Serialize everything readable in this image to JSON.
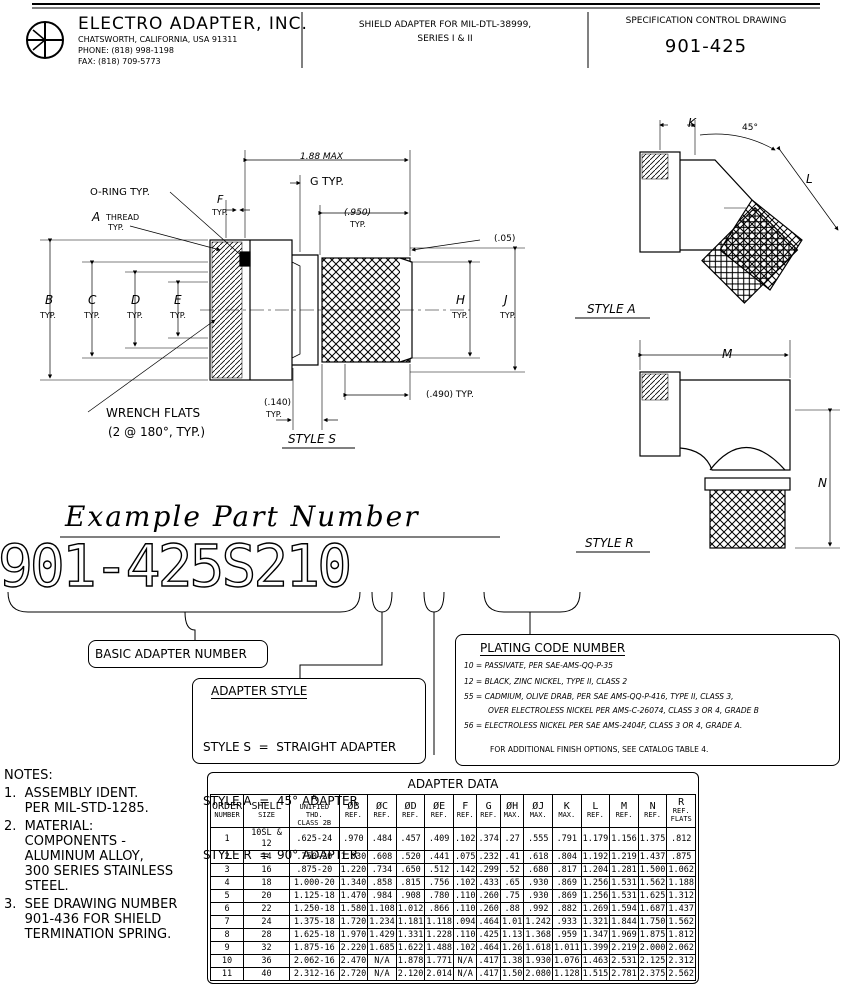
{
  "title_block": {
    "company": "ELECTRO ADAPTER, INC.",
    "address": "CHATSWORTH, CALIFORNIA, USA 91311",
    "phone": "PHONE: (818) 998-1198",
    "fax": "FAX: (818) 709-5773",
    "description_line1": "SHIELD ADAPTER FOR MIL-DTL-38999,",
    "description_line2": "SERIES I & II",
    "doc_type": "SPECIFICATION CONTROL DRAWING",
    "doc_number": "901-425"
  },
  "drawing_labels": {
    "overall_length": "1.88 MAX",
    "g_typ": "G TYP.",
    "o_ring": "O-RING TYP.",
    "f_typ_letter": "F",
    "f_typ": "TYP.",
    "a_thread_letter": "A",
    "a_thread": "THREAD",
    "a_thread_typ": "TYP.",
    "dim_950": "(.950)",
    "dim_950_typ": "TYP.",
    "dim_05": "(.05)",
    "b": "B",
    "c": "C",
    "d": "D",
    "e": "E",
    "h": "H",
    "j": "J",
    "typ": "TYP.",
    "dim_140": "(.140)",
    "dim_140_typ": "TYP.",
    "dim_490": "(.490) TYP.",
    "wrench_flats": "WRENCH FLATS",
    "wrench_flats_detail": "(2 @ 180°, TYP.)",
    "style_s": "STYLE S",
    "k": "K",
    "angle_45": "45°",
    "l": "L",
    "style_a": "STYLE A",
    "m": "M",
    "n": "N",
    "style_r": "STYLE R"
  },
  "example": {
    "heading": "Example Part Number",
    "part_number": "901-425S210",
    "basic_adapter_label": "BASIC ADAPTER NUMBER"
  },
  "adapter_style": {
    "heading": "ADAPTER STYLE",
    "items": [
      "STYLE S  =  STRAIGHT ADAPTER",
      "STYLE A  =  45° ADAPTER",
      "STYLE R  =  90° ADAPTER"
    ]
  },
  "plating": {
    "heading": "PLATING CODE NUMBER",
    "lines": [
      "10 = PASSIVATE, PER SAE-AMS-QQ-P-35",
      "12 = BLACK, ZINC NICKEL, TYPE II, CLASS 2",
      "55 = CADMIUM, OLIVE DRAB, PER SAE AMS-QQ-P-416, TYPE II, CLASS 3,",
      "OVER ELECTROLESS NICKEL PER AMS-C-26074, CLASS 3 OR 4, GRADE B",
      "56 = ELECTROLESS NICKEL PER SAE AMS-2404F, CLASS 3 OR 4, GRADE A.",
      "FOR ADDITIONAL FINISH OPTIONS, SEE CATALOG TABLE 4."
    ]
  },
  "notes": {
    "heading": "NOTES:",
    "lines": [
      "1.  ASSEMBLY IDENT.",
      "     PER MIL-STD-1285.",
      "2.  MATERIAL:",
      "     COMPONENTS -",
      "     ALUMINUM ALLOY,",
      "     300 SERIES STAINLESS",
      "     STEEL.",
      "3.  SEE DRAWING NUMBER",
      "     901-436 FOR SHIELD",
      "     TERMINATION SPRING."
    ]
  },
  "adapter_data": {
    "title": "ADAPTER DATA",
    "headers": [
      [
        "ORDER",
        "NUMBER"
      ],
      [
        "SHELL",
        "SIZE"
      ],
      [
        "A",
        "UNIFIED THD.",
        "CLASS 2B"
      ],
      [
        "ØB",
        "REF."
      ],
      [
        "ØC",
        "REF."
      ],
      [
        "ØD",
        "REF."
      ],
      [
        "ØE",
        "REF."
      ],
      [
        "F",
        "REF."
      ],
      [
        "G",
        "REF."
      ],
      [
        "ØH",
        "MAX."
      ],
      [
        "ØJ",
        "MAX."
      ],
      [
        "K",
        "MAX."
      ],
      [
        "L",
        "REF."
      ],
      [
        "M",
        "REF."
      ],
      [
        "N",
        "REF."
      ],
      [
        "R",
        "REF.",
        "FLATS"
      ]
    ],
    "rows": [
      [
        "1",
        "10SL & 12",
        ".625-24",
        ".970",
        ".484",
        ".457",
        ".409",
        ".102",
        ".374",
        ".27",
        ".555",
        ".791",
        "1.179",
        "1.156",
        "1.375",
        ".812"
      ],
      [
        "2",
        "14",
        ".750-20",
        "1.030",
        ".608",
        ".520",
        ".441",
        ".075",
        ".232",
        ".41",
        ".618",
        ".804",
        "1.192",
        "1.219",
        "1.437",
        ".875"
      ],
      [
        "3",
        "16",
        ".875-20",
        "1.220",
        ".734",
        ".650",
        ".512",
        ".142",
        ".299",
        ".52",
        ".680",
        ".817",
        "1.204",
        "1.281",
        "1.500",
        "1.062"
      ],
      [
        "4",
        "18",
        "1.000-20",
        "1.340",
        ".858",
        ".815",
        ".756",
        ".102",
        ".433",
        ".65",
        ".930",
        ".869",
        "1.256",
        "1.531",
        "1.562",
        "1.188"
      ],
      [
        "5",
        "20",
        "1.125-18",
        "1.470",
        ".984",
        ".908",
        ".780",
        ".110",
        ".260",
        ".75",
        ".930",
        ".869",
        "1.256",
        "1.531",
        "1.625",
        "1.312"
      ],
      [
        "6",
        "22",
        "1.250-18",
        "1.580",
        "1.108",
        "1.012",
        ".866",
        ".110",
        ".260",
        ".88",
        ".992",
        ".882",
        "1.269",
        "1.594",
        "1.687",
        "1.437"
      ],
      [
        "7",
        "24",
        "1.375-18",
        "1.720",
        "1.234",
        "1.181",
        "1.118",
        ".094",
        ".464",
        "1.01",
        "1.242",
        ".933",
        "1.321",
        "1.844",
        "1.750",
        "1.562"
      ],
      [
        "8",
        "28",
        "1.625-18",
        "1.970",
        "1.429",
        "1.331",
        "1.228",
        ".110",
        ".425",
        "1.13",
        "1.368",
        ".959",
        "1.347",
        "1.969",
        "1.875",
        "1.812"
      ],
      [
        "9",
        "32",
        "1.875-16",
        "2.220",
        "1.685",
        "1.622",
        "1.488",
        ".102",
        ".464",
        "1.26",
        "1.618",
        "1.011",
        "1.399",
        "2.219",
        "2.000",
        "2.062"
      ],
      [
        "10",
        "36",
        "2.062-16",
        "2.470",
        "N/A",
        "1.878",
        "1.771",
        "N/A",
        ".417",
        "1.38",
        "1.930",
        "1.076",
        "1.463",
        "2.531",
        "2.125",
        "2.312"
      ],
      [
        "11",
        "40",
        "2.312-16",
        "2.720",
        "N/A",
        "2.120",
        "2.014",
        "N/A",
        ".417",
        "1.50",
        "2.080",
        "1.128",
        "1.515",
        "2.781",
        "2.375",
        "2.562"
      ]
    ]
  }
}
